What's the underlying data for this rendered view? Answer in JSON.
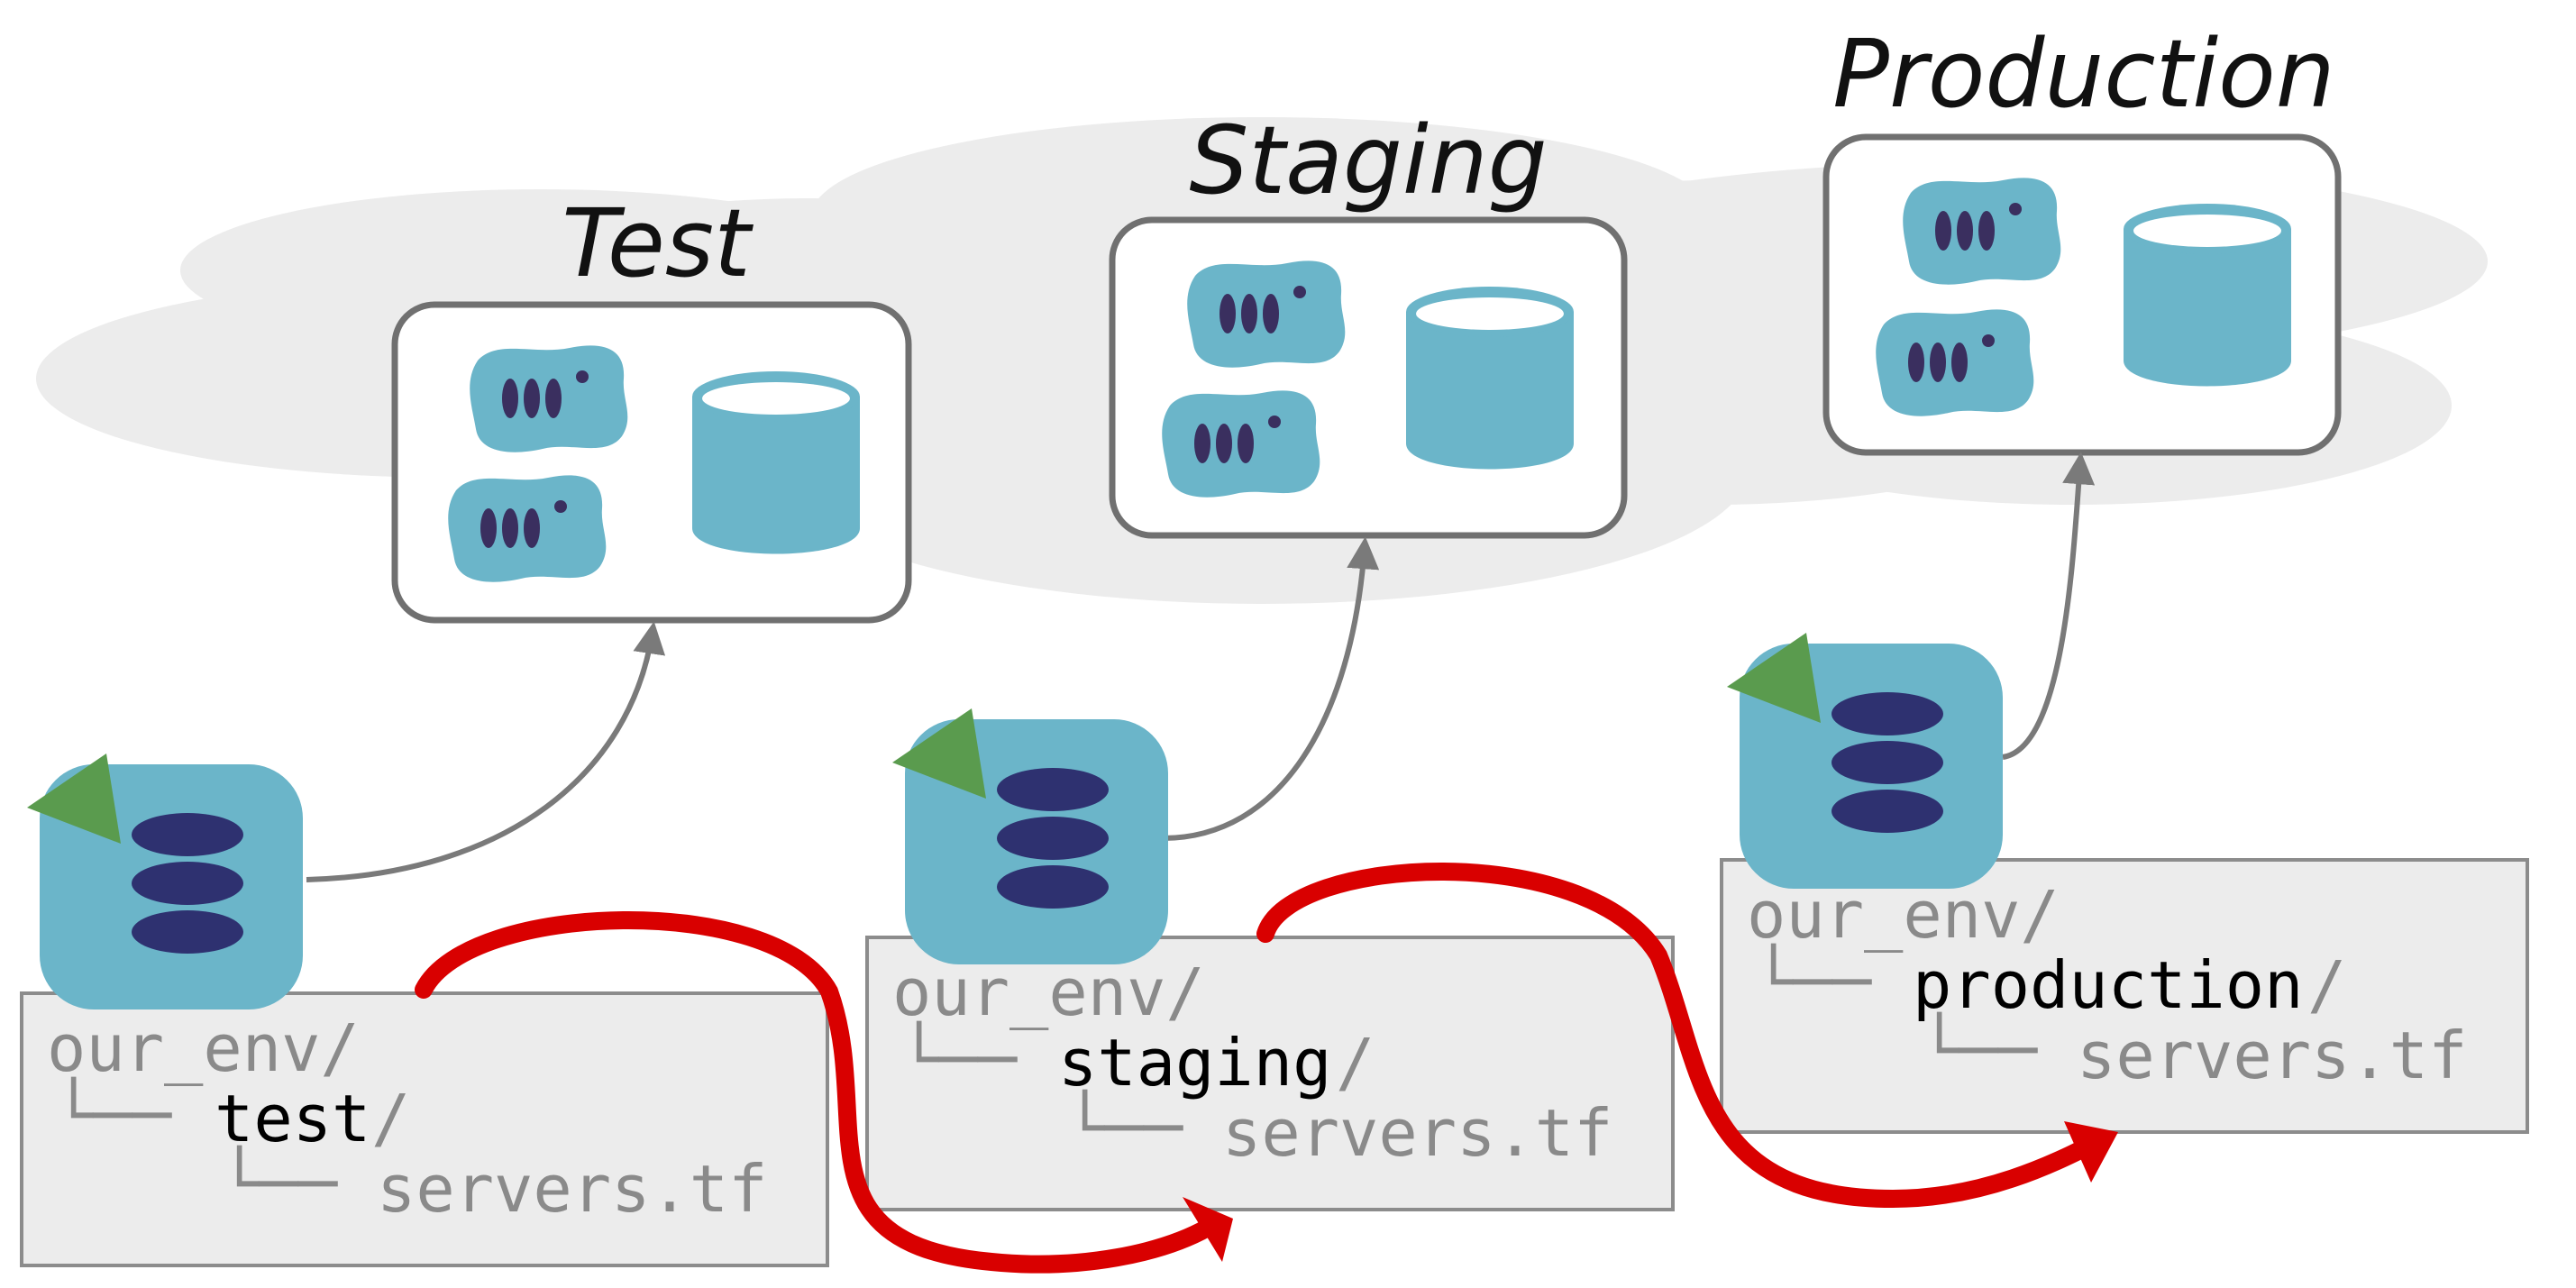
{
  "environments": [
    {
      "title": "Test",
      "folder": {
        "root": "our_env/",
        "branch1": "└──",
        "dir": "test",
        "slash": "/",
        "branch2": "└──",
        "file": "servers.tf"
      }
    },
    {
      "title": "Staging",
      "folder": {
        "root": "our_env/",
        "branch1": "└──",
        "dir": "staging",
        "slash": "/",
        "branch2": "└──",
        "file": "servers.tf"
      }
    },
    {
      "title": "Production",
      "folder": {
        "root": "our_env/",
        "branch1": "└──",
        "dir": "production",
        "slash": "/",
        "branch2": "└──",
        "file": "servers.tf"
      }
    }
  ],
  "colors": {
    "cloud": "#ececec",
    "box_border": "#707070",
    "server": "#6bb5c9",
    "server_dots": "#3a2f5f",
    "terraform_body": "#6bb5c9",
    "terraform_bars": "#2e3170",
    "terraform_triangle": "#5a9b4e",
    "arrow_gray": "#7a7a7a",
    "arrow_red": "#d90000",
    "folder_bg": "#ececec",
    "folder_border": "#8c8c8c"
  },
  "icons": [
    "cloud",
    "server-icon",
    "database-icon",
    "terraform-icon"
  ]
}
